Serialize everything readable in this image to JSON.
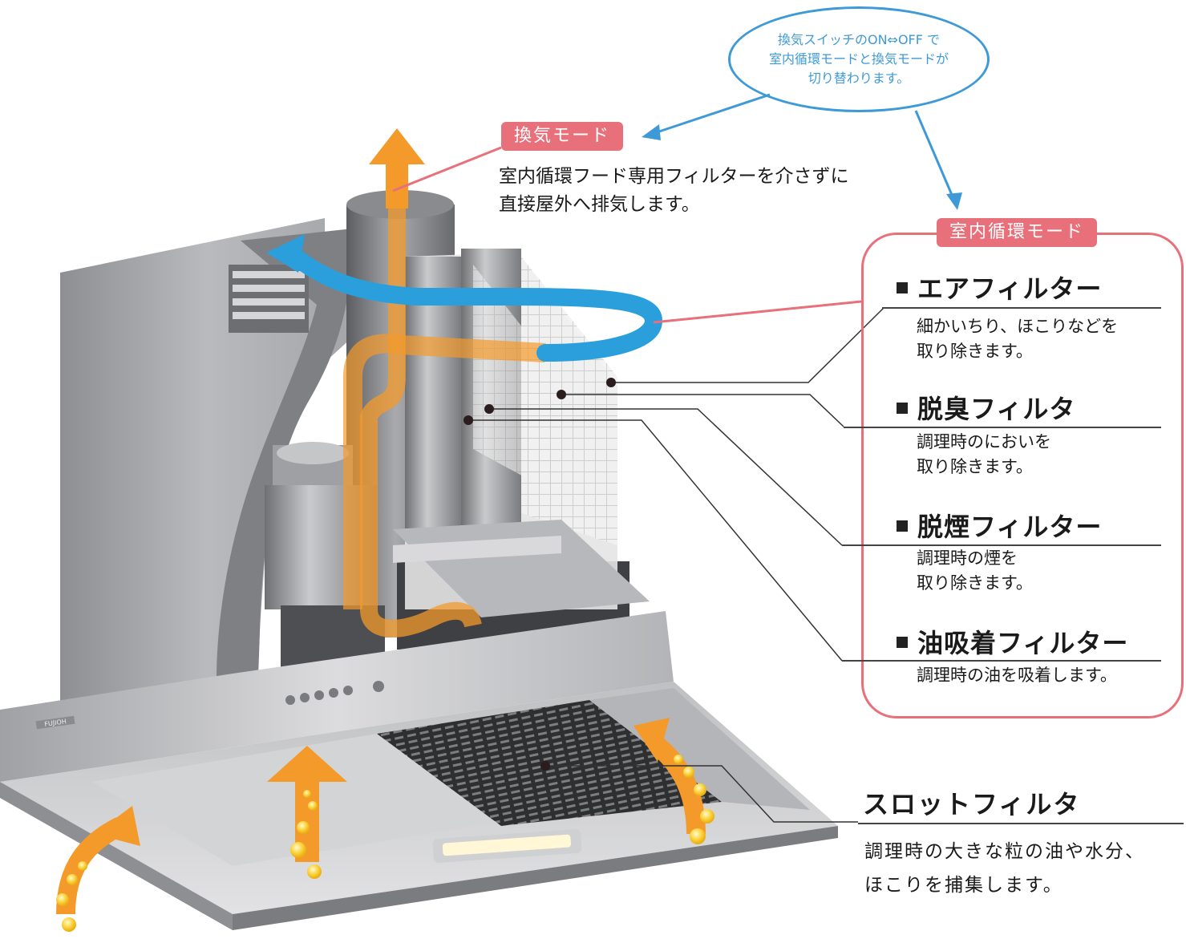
{
  "bubble": {
    "line1": "換気スイッチのON⇔OFF で",
    "line2": "室内循環モードと換気モードが",
    "line3": "切り替わります。"
  },
  "exhaust_mode": {
    "label": "換気モード",
    "desc_line1": "室内循環フード専用フィルターを介さずに",
    "desc_line2": "直接屋外へ排気します。"
  },
  "recirc_mode": {
    "label": "室内循環モード",
    "filters": [
      {
        "name": "エアフィルター",
        "desc_line1": "細かいちり、ほこりなどを",
        "desc_line2": "取り除きます。"
      },
      {
        "name": "脱臭フィルタ",
        "desc_line1": "調理時のにおいを",
        "desc_line2": "取り除きます。"
      },
      {
        "name": "脱煙フィルター",
        "desc_line1": "調理時の煙を",
        "desc_line2": "取り除きます。"
      },
      {
        "name": "油吸着フィルター",
        "desc_line1": "調理時の油を吸着します。",
        "desc_line2": ""
      }
    ]
  },
  "slot_filter": {
    "name": "スロットフィルタ",
    "desc_line1": "調理時の大きな粒の油や水分、",
    "desc_line2": "ほこりを捕集します。"
  },
  "brand": "FUJIOH",
  "colors": {
    "accent_pink": "#e8707a",
    "accent_blue": "#3d9ad6",
    "flow_orange": "#f39a2b",
    "recirc_blue": "#2a9fdc"
  }
}
